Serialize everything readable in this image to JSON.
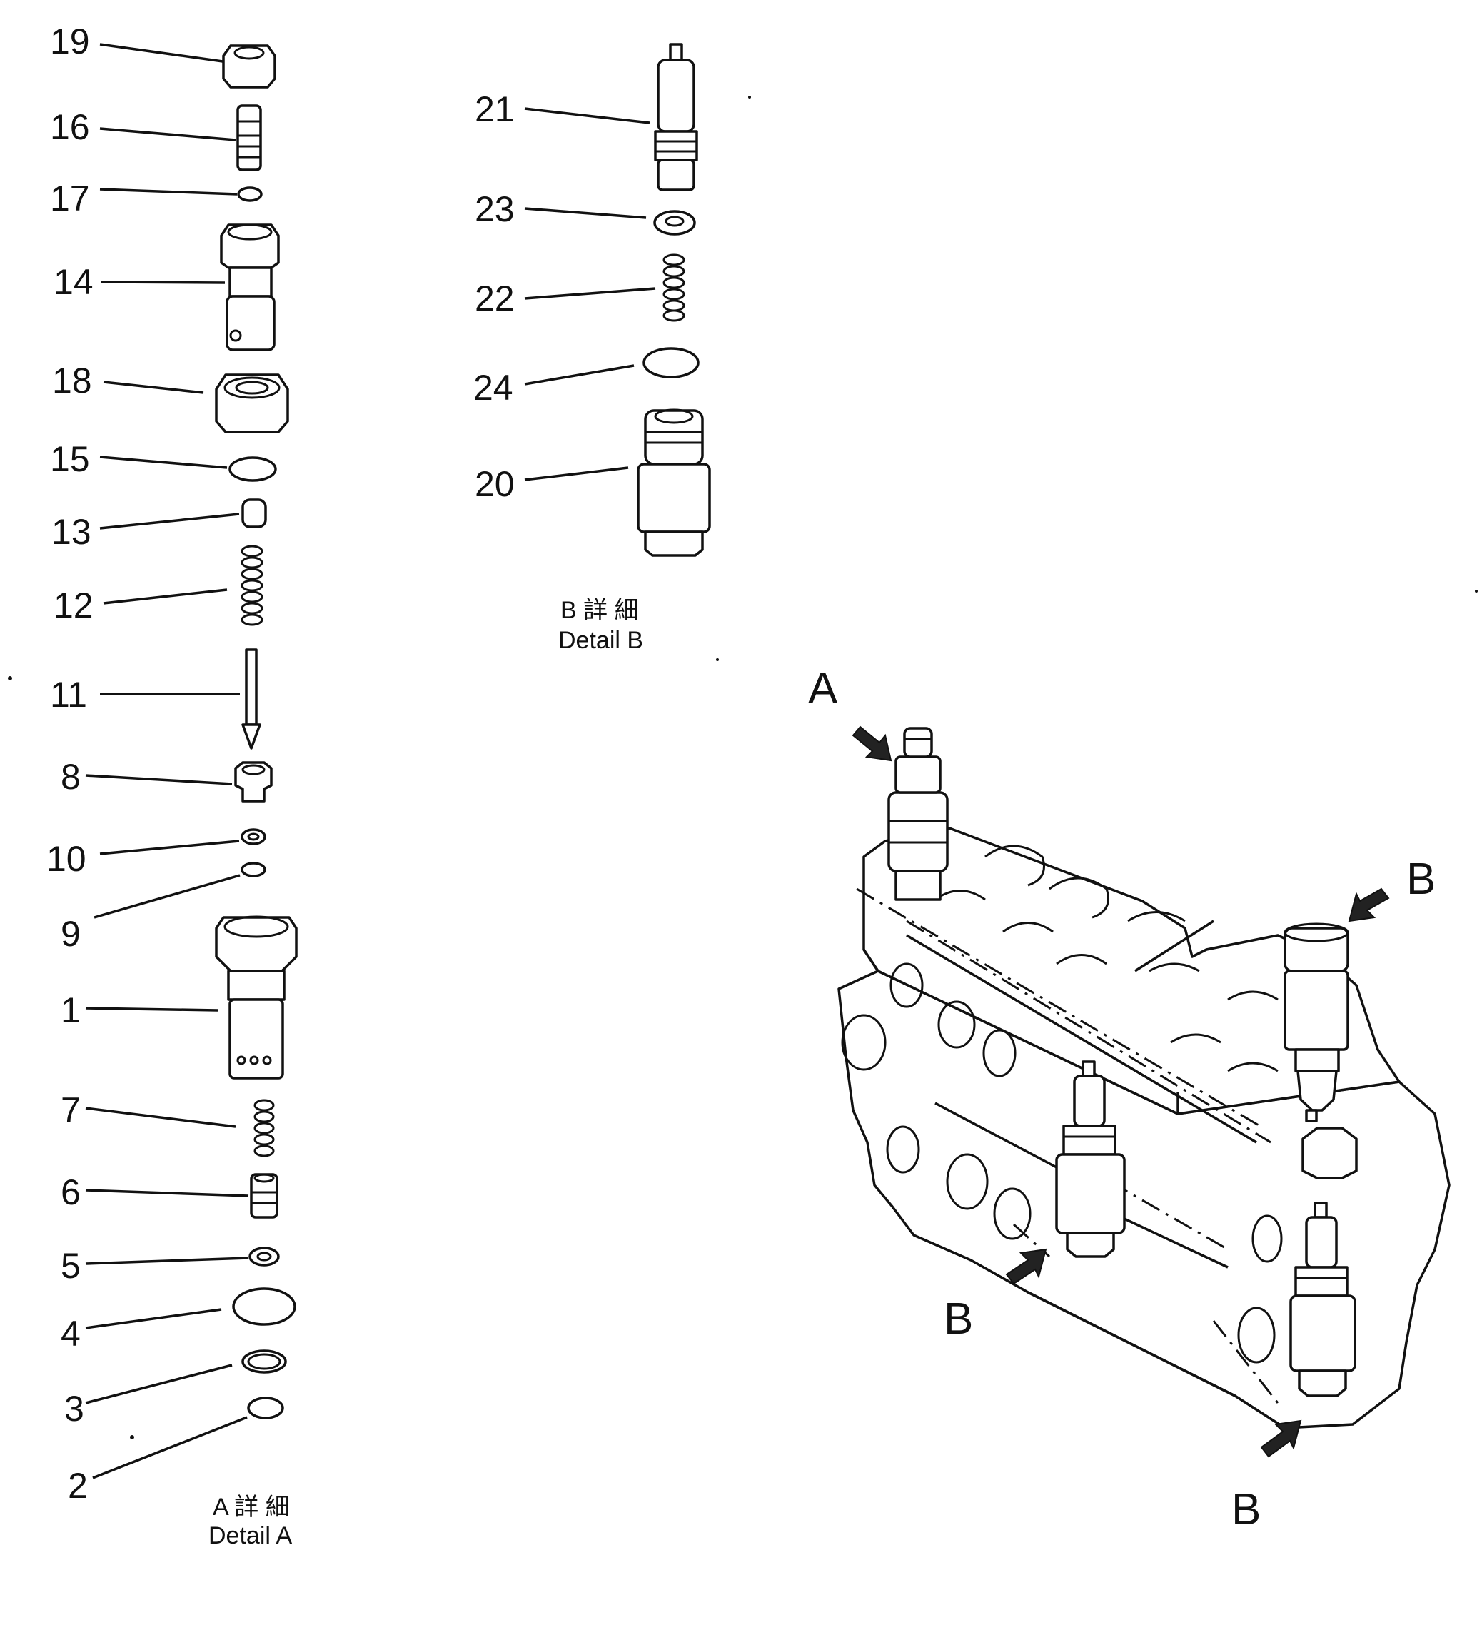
{
  "detail_a": {
    "caption_jp": "A 詳 細",
    "caption_en": "Detail A",
    "callouts": [
      "19",
      "16",
      "17",
      "14",
      "18",
      "15",
      "13",
      "12",
      "11",
      "8",
      "10",
      "9",
      "1",
      "7",
      "6",
      "5",
      "4",
      "3",
      "2"
    ]
  },
  "detail_b": {
    "caption_jp": "B 詳 細",
    "caption_en": "Detail B",
    "callouts": [
      "21",
      "23",
      "22",
      "24",
      "20"
    ]
  },
  "assembly": {
    "view_labels": [
      "A",
      "B",
      "B",
      "B"
    ]
  }
}
